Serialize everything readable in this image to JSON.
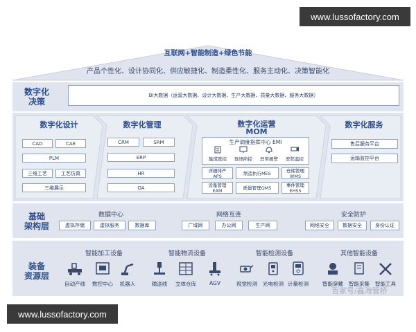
{
  "watermarks": {
    "top": "www.lussofactory.com",
    "bottom": "www.lussofactory.com",
    "faded": "百家号/鑫海管桥"
  },
  "roof": {
    "title": "互联网+智能制造+绿色节能",
    "subtitle": "产品个性化、设计协同化、供应敏捷化、制造柔性化、服务主动化、决策智能化"
  },
  "decision": {
    "label": "数字化\n决策",
    "bi": "BI大数据（运营大数据、设计大数据、生产大数据、质量大数据、服务大数据）"
  },
  "design": {
    "title": "数字化设计",
    "items": [
      "CAD",
      "CAE",
      "PLM",
      "三维工艺",
      "工艺仿真",
      "三维展示"
    ]
  },
  "management": {
    "title": "数字化管理",
    "items": [
      "CRM",
      "SRM",
      "ERP",
      "HR",
      "OA"
    ]
  },
  "operations": {
    "title": "数字化运营",
    "subtitle": "MOM",
    "emi": "生产调度指挥中心 EMI",
    "emi_items": [
      "集成管控",
      "现场所控",
      "异常报警",
      "安防监控"
    ],
    "grid": [
      "详细排产\nAPS",
      "制造执行MES",
      "仓储管理\nWMS",
      "设备管理\nEAM",
      "质量管理QMS",
      "事件管理\nEHS5"
    ]
  },
  "service": {
    "title": "数字化服务",
    "items": [
      "售后服务平台",
      "运输监控平台"
    ]
  },
  "infra": {
    "label": "基础\n架构层",
    "groups": [
      {
        "title": "数据中心",
        "items": [
          "虚拟存储",
          "虚拟服务",
          "数据库"
        ]
      },
      {
        "title": "网络互连",
        "items": [
          "广域网",
          "办公网",
          "生产网"
        ]
      },
      {
        "title": "安全防护",
        "items": [
          "网络安全",
          "数据安全",
          "身份认证"
        ]
      }
    ]
  },
  "equipment": {
    "label": "装备\n资源层",
    "groups": [
      {
        "title": "智能加工设备",
        "items": [
          "自动产线",
          "数控中心",
          "机器人"
        ]
      },
      {
        "title": "智能物流设备",
        "items": [
          "输送线",
          "立体仓库",
          "AGV"
        ]
      },
      {
        "title": "智能检测设备",
        "items": [
          "视觉检测",
          "光电检测",
          "计量检测"
        ]
      },
      {
        "title": "其他智能设备",
        "items": [
          "智能穿戴",
          "智能采集",
          "智能工具"
        ]
      }
    ]
  }
}
